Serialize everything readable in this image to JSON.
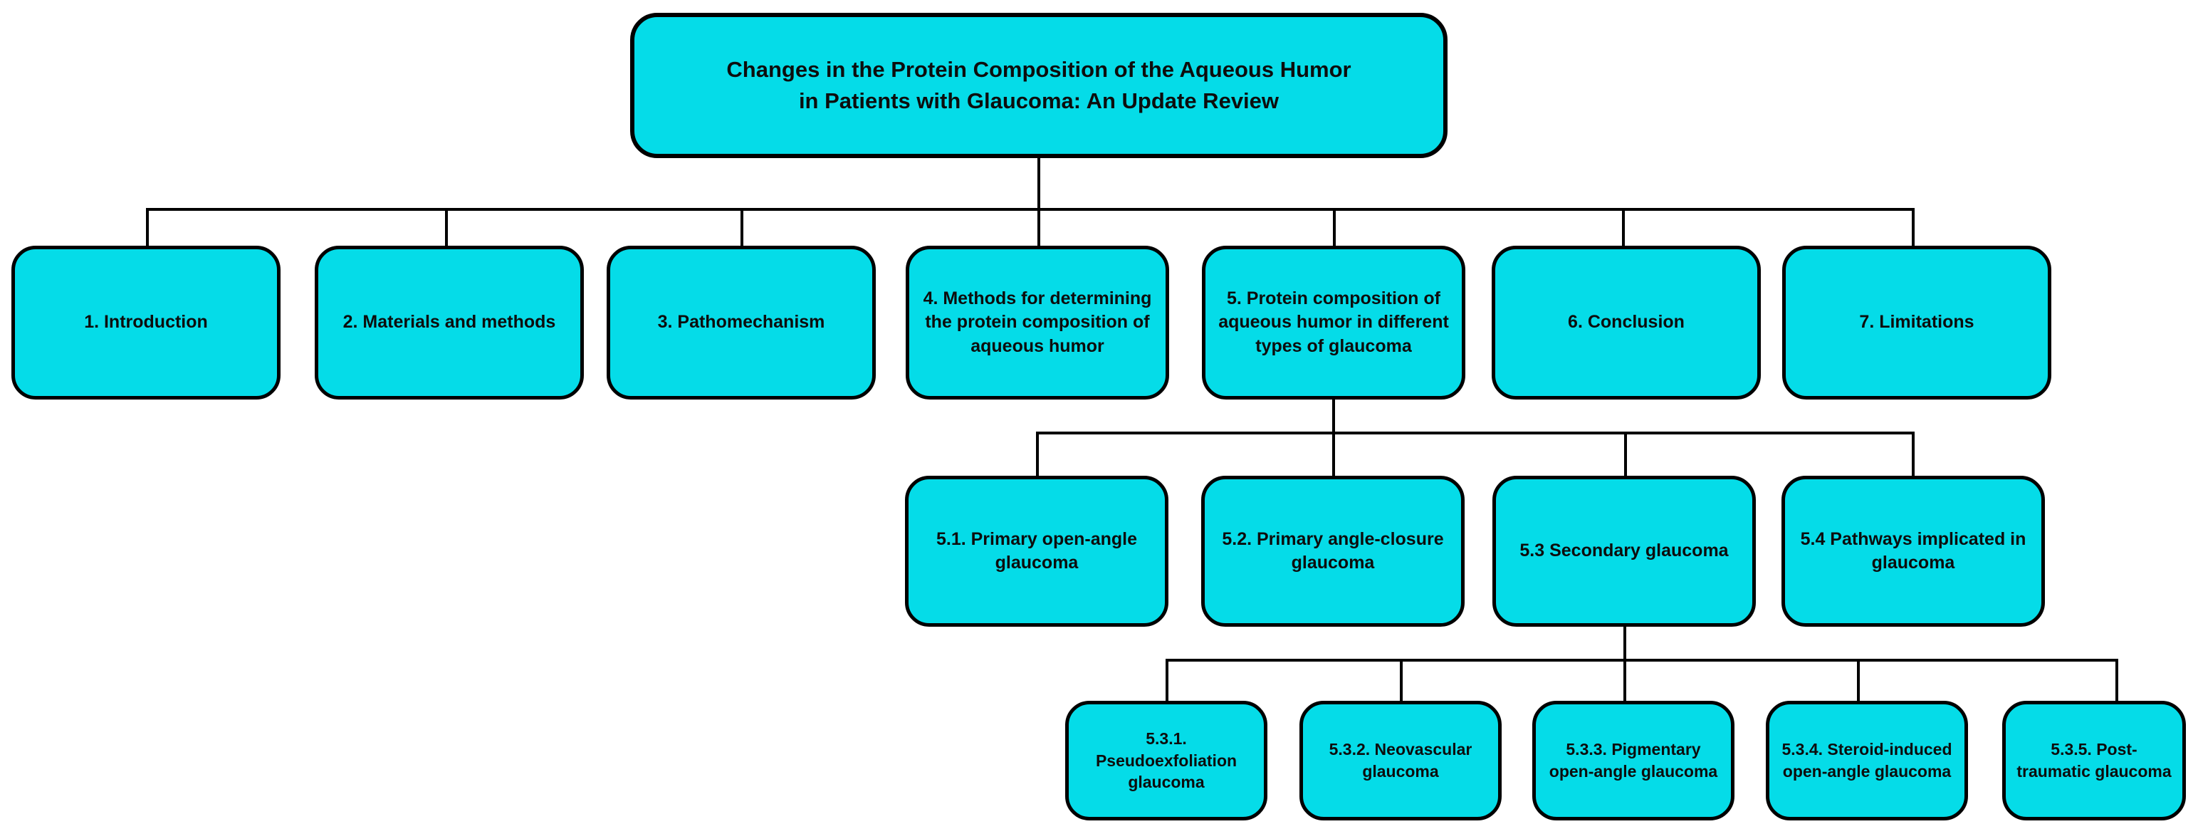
{
  "diagram": {
    "title_text": "Changes in the Protein Composition of the Aqueous Humor in Patients with Glaucoma: An Update Review",
    "colors": {
      "node_fill": "#05dce8",
      "node_border": "#000000",
      "text": "#0d0d0d",
      "background": "#ffffff",
      "connector": "#000000"
    },
    "root": {
      "label_line1": "Changes in the Protein Composition of the Aqueous Humor",
      "label_line2": "in Patients with Glaucoma: An Update Review"
    },
    "level1": [
      {
        "id": "1",
        "label": "1. Introduction"
      },
      {
        "id": "2",
        "label": "2. Materials and methods"
      },
      {
        "id": "3",
        "label": "3. Pathomechanism"
      },
      {
        "id": "4",
        "label": "4. Methods for determining the protein composition of aqueous humor"
      },
      {
        "id": "5",
        "label": "5. Protein composition of aqueous humor in different types of glaucoma"
      },
      {
        "id": "6",
        "label": "6. Conclusion"
      },
      {
        "id": "7",
        "label": "7. Limitations"
      }
    ],
    "level2": [
      {
        "id": "5.1",
        "label": "5.1. Primary open-angle glaucoma"
      },
      {
        "id": "5.2",
        "label": "5.2. Primary angle-closure glaucoma"
      },
      {
        "id": "5.3",
        "label": "5.3 Secondary glaucoma"
      },
      {
        "id": "5.4",
        "label": "5.4 Pathways implicated in glaucoma"
      }
    ],
    "level3": [
      {
        "id": "5.3.1",
        "label": "5.3.1. Pseudoexfoliation glaucoma"
      },
      {
        "id": "5.3.2",
        "label": "5.3.2. Neovascular glaucoma"
      },
      {
        "id": "5.3.3",
        "label": "5.3.3. Pigmentary open-angle glaucoma"
      },
      {
        "id": "5.3.4",
        "label": "5.3.4. Steroid-induced open-angle glaucoma"
      },
      {
        "id": "5.3.5",
        "label": "5.3.5. Post-traumatic glaucoma"
      }
    ]
  }
}
